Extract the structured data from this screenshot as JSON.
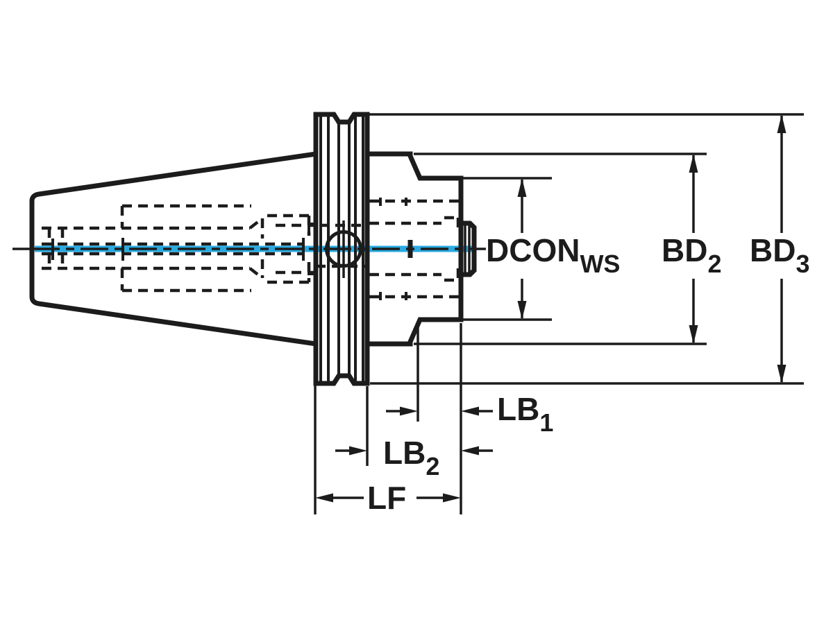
{
  "drawing": {
    "description": "Technical section drawing of a steep-taper tool holder adapter with dimension callouts",
    "labels": {
      "dcon": {
        "main": "DCON",
        "sub": "WS"
      },
      "bd2": {
        "main": "BD",
        "sub": "2"
      },
      "bd3": {
        "main": "BD",
        "sub": "3"
      },
      "lb1": {
        "main": "LB",
        "sub": "1"
      },
      "lb2": {
        "main": "LB",
        "sub": "2"
      },
      "lf": {
        "main": "LF",
        "sub": ""
      }
    }
  },
  "colors": {
    "background": "#ffffff",
    "body_fill": "#b9cdd9",
    "line": "#1c1c1c",
    "centerline_cyan": "#29abe2"
  }
}
